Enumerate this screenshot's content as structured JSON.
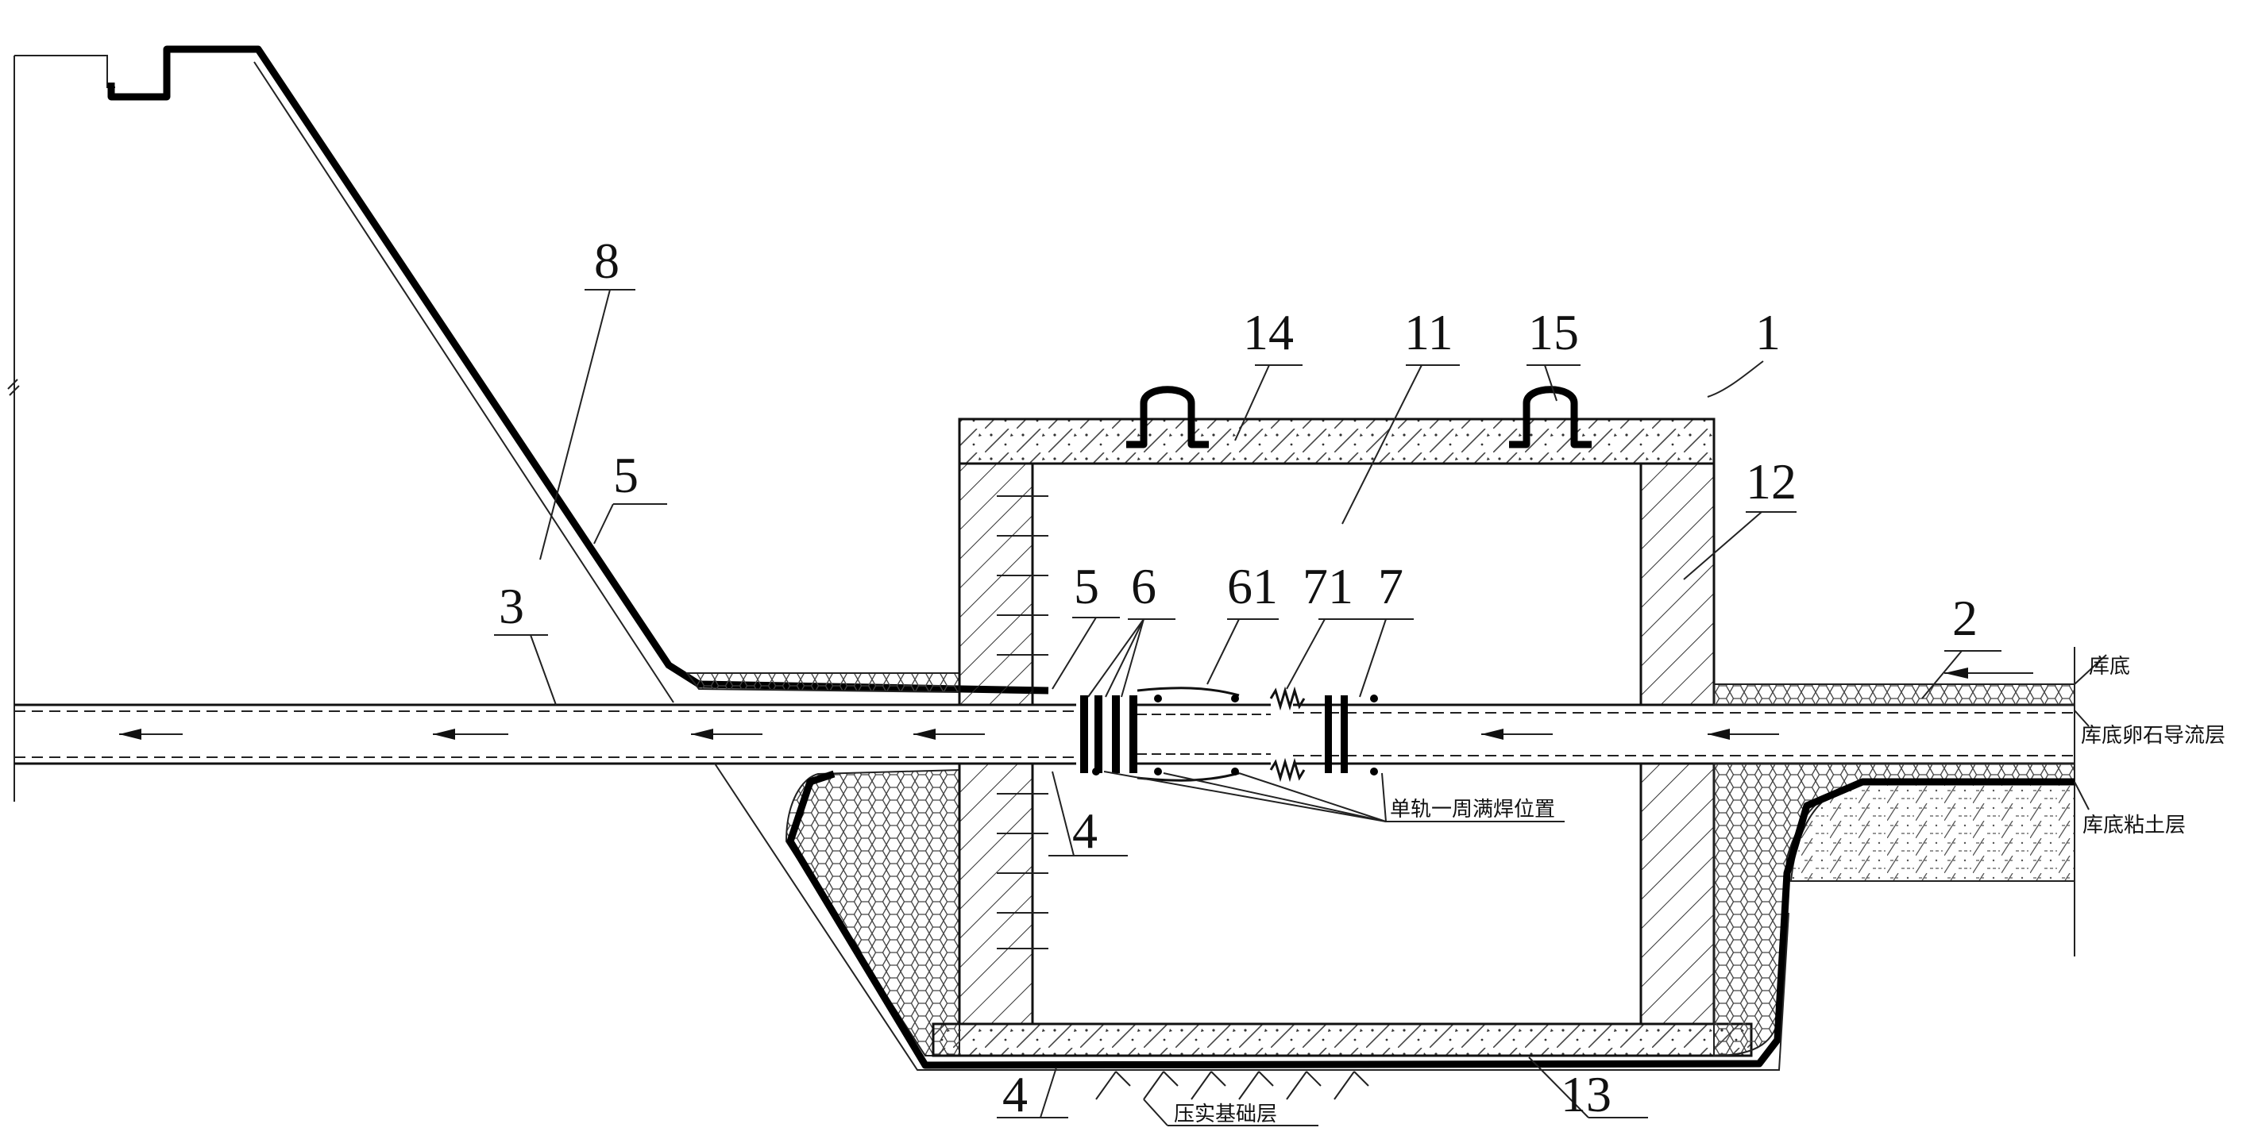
{
  "diagram": {
    "callouts": {
      "n1": "1",
      "n2": "2",
      "n3": "3",
      "n4a": "4",
      "n4b": "4",
      "n5a": "5",
      "n5b": "5",
      "n6": "6",
      "n61": "61",
      "n71": "71",
      "n7": "7",
      "n8": "8",
      "n11": "11",
      "n12": "12",
      "n13": "13",
      "n14": "14",
      "n15": "15"
    },
    "annotations": {
      "reservoir_bottom": "库底",
      "pebble_layer": "库底卵石导流层",
      "clay_layer": "库底粘土层",
      "weld_position": "单轨一周满焊位置",
      "foundation": "压实基础层"
    },
    "colors": {
      "line": "#000000",
      "hatch": "#333333",
      "background": "#ffffff"
    }
  }
}
